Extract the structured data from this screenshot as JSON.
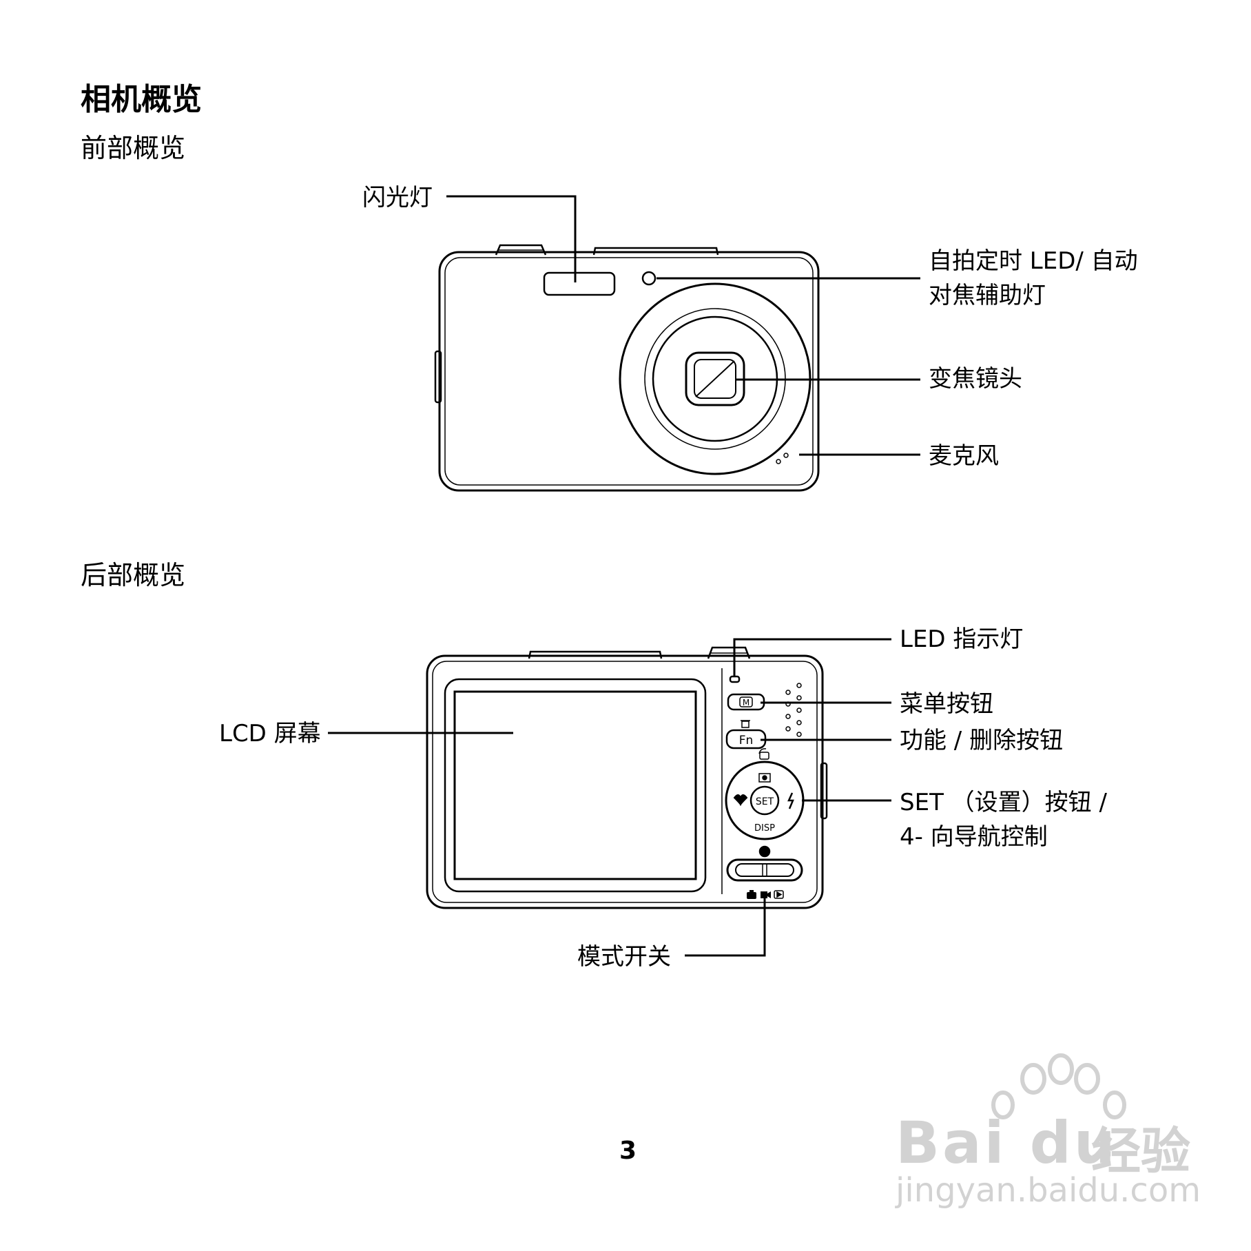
{
  "page": {
    "title": "相机概览",
    "front_section": "前部概览",
    "rear_section": "后部概览",
    "page_number": "3"
  },
  "front_labels": {
    "flash": "闪光灯",
    "self_timer_line1": "自拍定时 LED/ 自动",
    "self_timer_line2": "对焦辅助灯",
    "zoom_lens": "变焦镜头",
    "microphone": "麦克风"
  },
  "rear_labels": {
    "led_indicator": "LED 指示灯",
    "menu_button": "菜单按钮",
    "fn_delete_button": "功能 / 删除按钮",
    "set_line1": "SET （设置）按钮 /",
    "set_line2": "4- 向导航控制",
    "lcd_screen": "LCD 屏幕",
    "mode_switch": "模式开关"
  },
  "camera_markings": {
    "menu_key": "M",
    "fn_key": "Fn",
    "set_key": "SET",
    "disp": "DISP"
  },
  "watermark": {
    "brand": "Bai du",
    "brand_suffix": "经验",
    "url": "jingyan.baidu.com"
  }
}
